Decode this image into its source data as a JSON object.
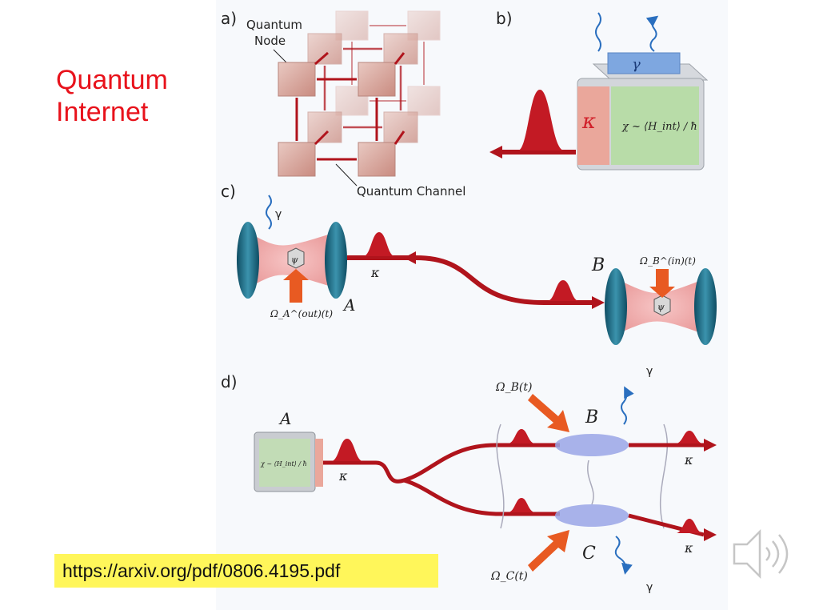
{
  "slide": {
    "title_line1": "Quantum",
    "title_line2": "Internet",
    "source_url": "https://arxiv.org/pdf/0806.4195.pdf"
  },
  "panel_a": {
    "label": "a)",
    "node_label_line1": "Quantum",
    "node_label_line2": "Node",
    "channel_label": "Quantum Channel"
  },
  "panel_b": {
    "label": "b)",
    "kappa": "κ",
    "gamma": "γ",
    "chi_formula": "χ ~ ⟨H_int⟩ / ħ"
  },
  "panel_c": {
    "label": "c)",
    "gamma": "γ",
    "kappa": "κ",
    "node_a": "A",
    "node_b": "B",
    "omega_a": "Ω_A^(out)(t)",
    "omega_b": "Ω_B^(in)(t)",
    "psi": "ψ"
  },
  "panel_d": {
    "label": "d)",
    "node_a": "A",
    "node_b": "B",
    "node_c": "C",
    "kappa": "κ",
    "gamma": "γ",
    "omega_b": "Ω_B(t)",
    "omega_c": "Ω_C(t)",
    "chi_formula": "χ ~ ⟨H_int⟩ / ħ"
  },
  "colors": {
    "title": "#e8121b",
    "channel_red": "#b0141c",
    "mirror_teal": "#1f6f8b",
    "pump_orange": "#e85a22",
    "gamma_blue": "#2a6fbf",
    "url_highlight": "#fff65a"
  },
  "icons": {
    "speaker": "speaker-icon"
  }
}
